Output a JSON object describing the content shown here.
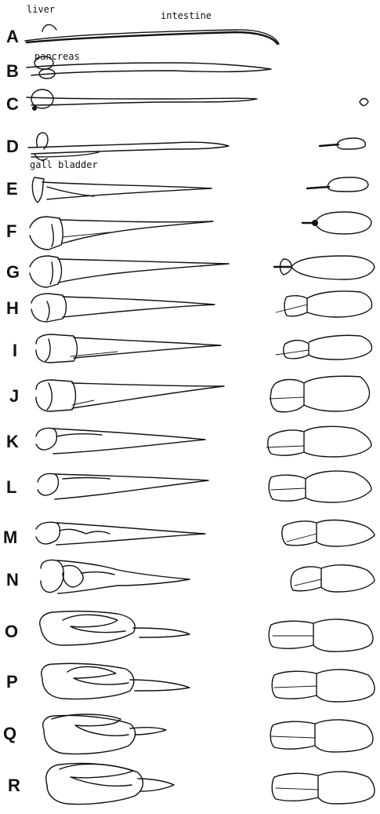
{
  "annotations": {
    "liver": "liver",
    "intestine": "intestine",
    "pancreas": "pancreas",
    "gall_bladder": "gall bladder"
  },
  "rows": [
    {
      "letter": "A"
    },
    {
      "letter": "B"
    },
    {
      "letter": "C"
    },
    {
      "letter": "D"
    },
    {
      "letter": "E"
    },
    {
      "letter": "F"
    },
    {
      "letter": "G"
    },
    {
      "letter": "H"
    },
    {
      "letter": "I"
    },
    {
      "letter": "J"
    },
    {
      "letter": "K"
    },
    {
      "letter": "L"
    },
    {
      "letter": "M"
    },
    {
      "letter": "N"
    },
    {
      "letter": "O"
    },
    {
      "letter": "P"
    },
    {
      "letter": "Q"
    },
    {
      "letter": "R"
    }
  ]
}
